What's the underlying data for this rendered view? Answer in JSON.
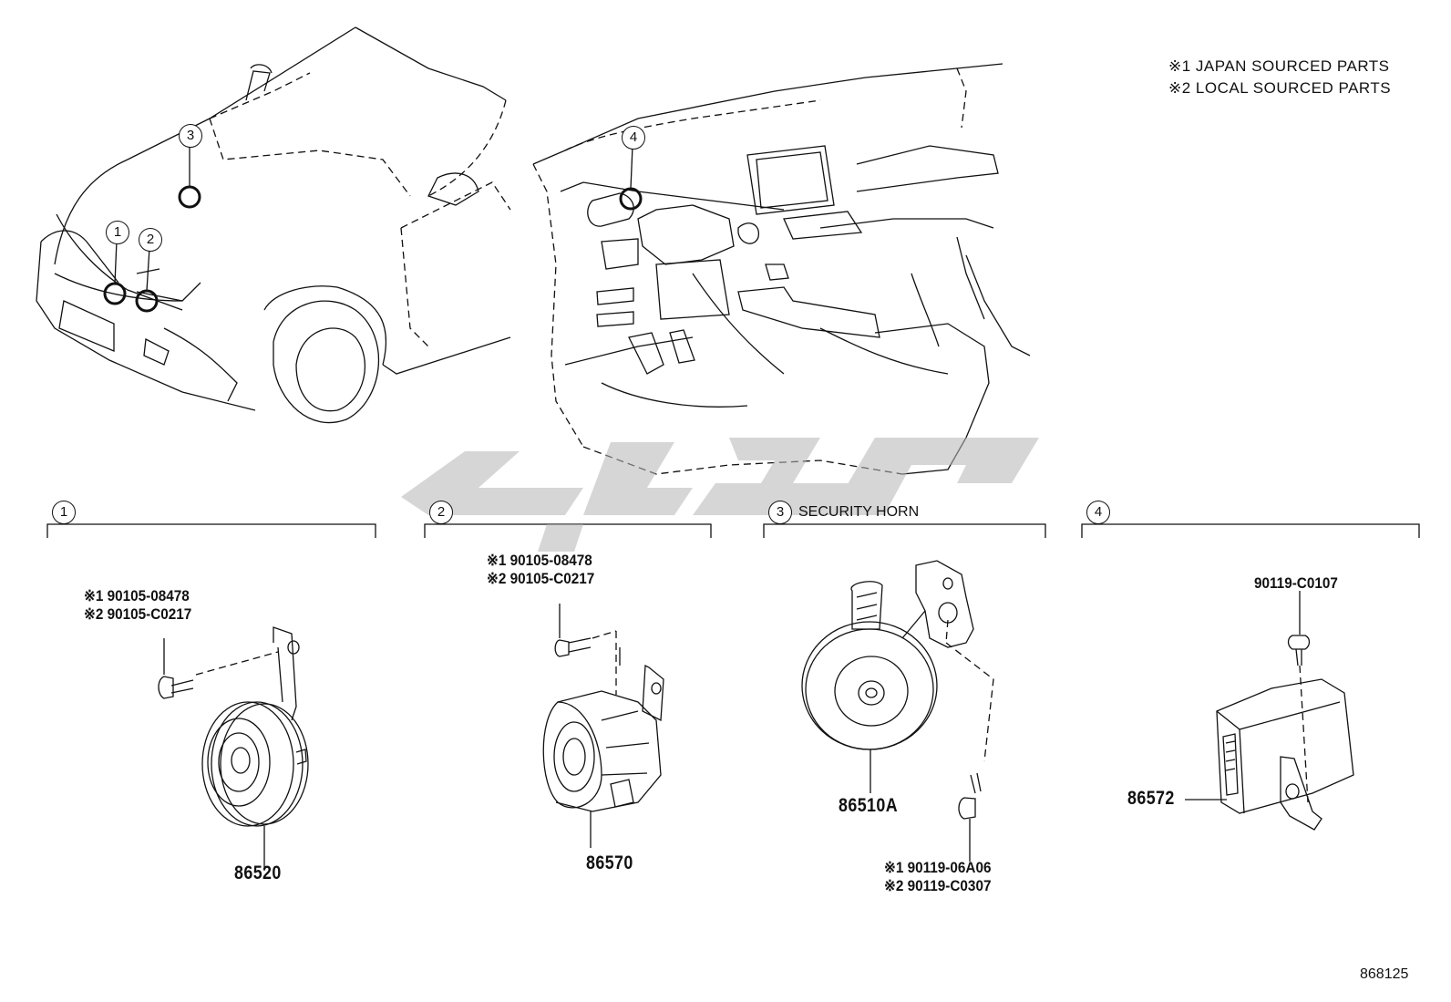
{
  "legend": {
    "note1": "※1 JAPAN SOURCED PARTS",
    "note2": "※2 LOCAL SOURCED PARTS"
  },
  "callouts": {
    "c1": "1",
    "c2": "2",
    "c3": "3",
    "c4": "4"
  },
  "sections": [
    {
      "number": "1",
      "title": ""
    },
    {
      "number": "2",
      "title": ""
    },
    {
      "number": "3",
      "title": "SECURITY HORN"
    },
    {
      "number": "4",
      "title": ""
    }
  ],
  "parts": {
    "s1_bolt_jp": "※1 90105-08478",
    "s1_bolt_local": "※2 90105-C0217",
    "s1_horn": "86520",
    "s2_bolt_jp": "※1 90105-08478",
    "s2_bolt_local": "※2 90105-C0217",
    "s2_horn": "86570",
    "s3_horn": "86510A",
    "s3_bolt_jp": "※1 90119-06A06",
    "s3_bolt_local": "※2 90119-C0307",
    "s4_bolt": "90119-C0107",
    "s4_module": "86572"
  },
  "diagram_number": "868125"
}
